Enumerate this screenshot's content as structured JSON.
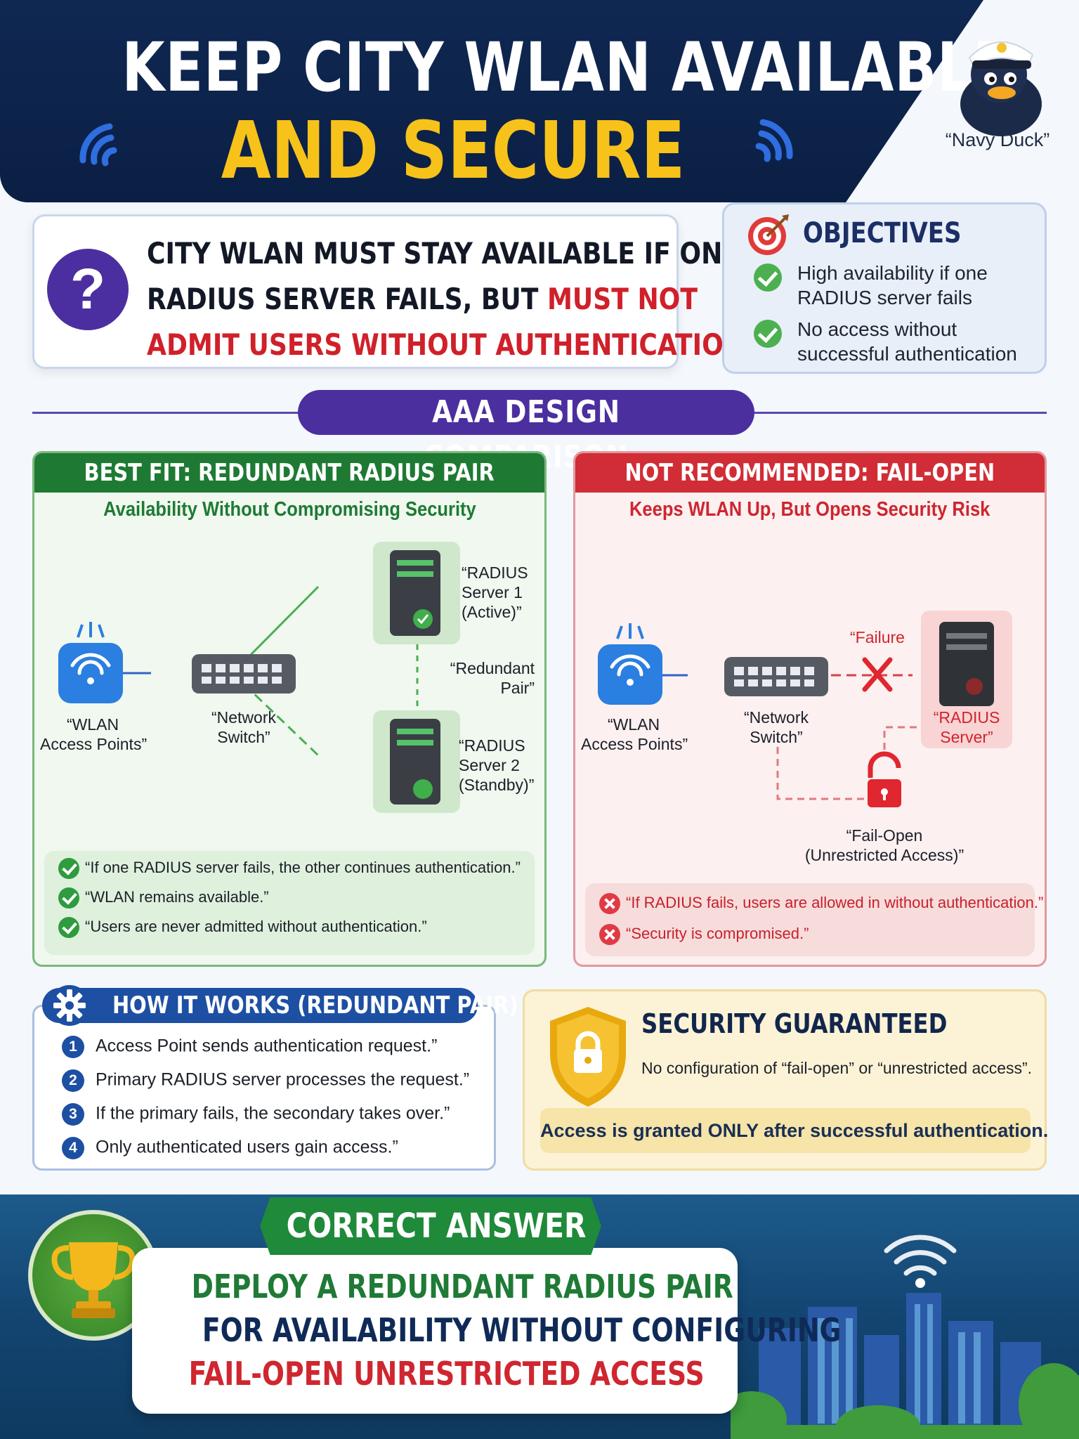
{
  "header": {
    "title_line1": "KEEP CITY WLAN AVAILABLE",
    "title_line2": "AND SECURE",
    "mascot_label": "“Navy Duck”"
  },
  "question": {
    "part1_line1": "CITY WLAN MUST STAY AVAILABLE IF ONE",
    "part1_line2": "RADIUS SERVER FAILS, BUT ",
    "part2_line2": "MUST NOT",
    "part2_line3": "ADMIT USERS WITHOUT AUTHENTICATION.",
    "icon": "question-mark-icon"
  },
  "objectives": {
    "title": "OBJECTIVES",
    "items": [
      {
        "line1": "High availability if one",
        "line2": "RADIUS server fails"
      },
      {
        "line1": "No access without",
        "line2": "successful authentication"
      }
    ]
  },
  "comparison": {
    "title": "AAA DESIGN COMPARISON"
  },
  "best_fit": {
    "header": "BEST FIT: REDUNDANT RADIUS PAIR",
    "subtitle": "Availability Without Compromising Security",
    "labels": {
      "ap_line1": "“WLAN",
      "ap_line2": "Access Points”",
      "switch_line1": "“Network",
      "switch_line2": "Switch”",
      "server1_line1": "“RADIUS",
      "server1_line2": "Server 1",
      "server1_line3": "(Active)”",
      "pair_line1": "“Redundant",
      "pair_line2": "Pair”",
      "server2_line1": "“RADIUS",
      "server2_line2": "Server 2",
      "server2_line3": "(Standby)”"
    },
    "results": [
      "“If one RADIUS server fails, the other continues authentication.”",
      "“WLAN remains available.”",
      "“Users are never admitted without authentication.”"
    ]
  },
  "fail_open": {
    "header": "NOT RECOMMENDED: FAIL-OPEN",
    "subtitle": "Keeps WLAN Up, But Opens Security Risk",
    "labels": {
      "ap_line1": "“WLAN",
      "ap_line2": "Access Points”",
      "switch_line1": "“Network",
      "switch_line2": "Switch”",
      "failure": "“Failure",
      "server_line1": "“RADIUS",
      "server_line2": "Server”",
      "open_line1": "“Fail-Open",
      "open_line2": "(Unrestricted Access)”"
    },
    "results": [
      "“If RADIUS fails, users are allowed in without authentication.”",
      "“Security is compromised.”"
    ]
  },
  "how_it_works": {
    "title": "HOW IT WORKS (REDUNDANT PAIR)",
    "steps": [
      {
        "num": "1",
        "text": "Access Point sends authentication request.”"
      },
      {
        "num": "2",
        "text": "Primary RADIUS server processes the request.”"
      },
      {
        "num": "3",
        "text": "If the primary fails, the secondary takes over.”"
      },
      {
        "num": "4",
        "text": "Only authenticated users gain access.”"
      }
    ]
  },
  "security": {
    "title": "SECURITY GUARANTEED",
    "description": "No configuration of “fail-open” or “unrestricted access”.",
    "note": "Access is granted ONLY after successful authentication."
  },
  "answer": {
    "ribbon": "CORRECT ANSWER",
    "line1": "DEPLOY A REDUNDANT RADIUS PAIR",
    "line2": "FOR AVAILABILITY WITHOUT CONFIGURING",
    "line3": "FAIL-OPEN UNRESTRICTED ACCESS"
  },
  "colors": {
    "navy": "#0f2852",
    "gold": "#f7c21a",
    "green": "#1e7a33",
    "red": "#d12d36",
    "purple": "#4b2f9f",
    "blue": "#1d4fa3"
  }
}
